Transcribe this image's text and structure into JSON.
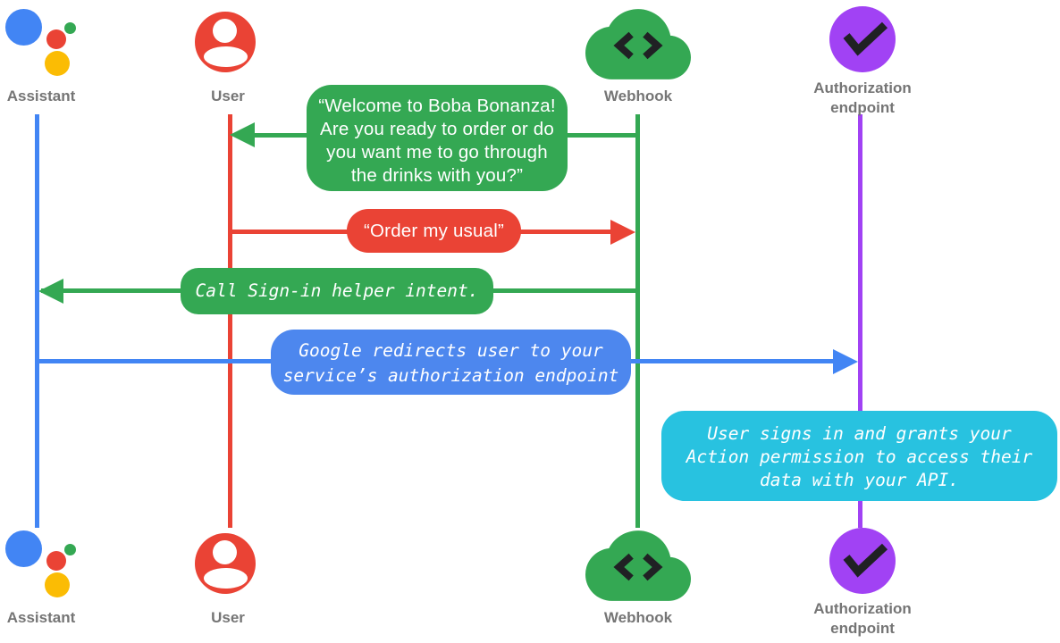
{
  "diagram": {
    "title": "Account linking sign-in sequence diagram",
    "colors": {
      "assistant_blue": "#4285F4",
      "user_red": "#EA4335",
      "webhook_green": "#34A853",
      "auth_purple": "#A142F4",
      "redirect_blue": "#4D87EE",
      "signin_cyan": "#28C2E0",
      "logo_yellow": "#FBBC04",
      "label_gray": "#757575",
      "glyph_dark": "#202124"
    },
    "actors": [
      {
        "id": "assistant",
        "label": "Assistant",
        "icon": "google-assistant-icon",
        "color": "#4285F4"
      },
      {
        "id": "user",
        "label": "User",
        "icon": "person-icon",
        "color": "#EA4335"
      },
      {
        "id": "webhook",
        "label": "Webhook",
        "icon": "cloud-code-icon",
        "color": "#34A853"
      },
      {
        "id": "auth-endpoint",
        "label": "Authorization endpoint",
        "label_lines": [
          "Authorization",
          "endpoint"
        ],
        "icon": "checkmark-icon",
        "color": "#A142F4"
      }
    ],
    "messages": [
      {
        "id": "welcome",
        "from": "webhook",
        "to": "user",
        "direction": "left",
        "color": "#34A853",
        "style": "sans",
        "lines": [
          "“Welcome to Boba Bonanza!",
          "Are you ready to order or do",
          "you want me to go through",
          "the drinks with you?”"
        ]
      },
      {
        "id": "order-usual",
        "from": "user",
        "to": "webhook",
        "direction": "right",
        "color": "#EA4335",
        "style": "sans",
        "text": "“Order my usual”"
      },
      {
        "id": "call-signin-helper",
        "from": "webhook",
        "to": "assistant",
        "direction": "left",
        "color": "#34A853",
        "style": "mono-italic",
        "text": "Call Sign-in helper intent."
      },
      {
        "id": "google-redirects",
        "from": "assistant",
        "to": "auth-endpoint",
        "direction": "right",
        "color": "#4D87EE",
        "style": "mono-italic",
        "lines": [
          "Google redirects user to your",
          "service’s authorization endpoint"
        ]
      },
      {
        "id": "user-signs-in",
        "at": "auth-endpoint",
        "color": "#28C2E0",
        "style": "mono-italic",
        "lines": [
          "User signs in and grants your",
          "Action permission to access their",
          "data with your API."
        ]
      }
    ]
  }
}
